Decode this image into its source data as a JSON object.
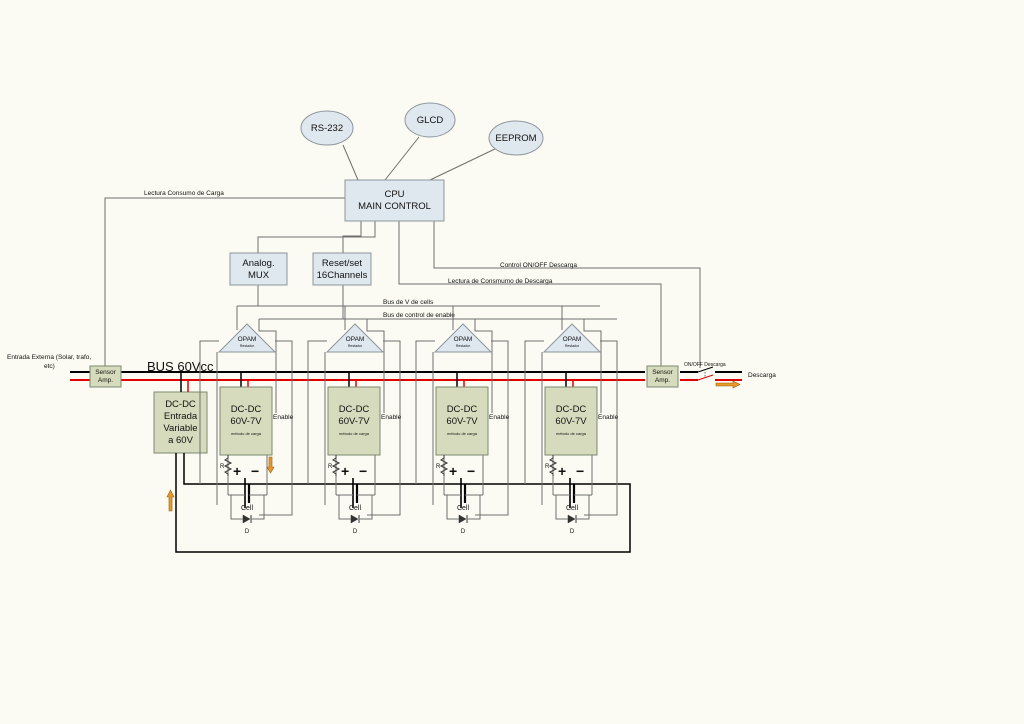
{
  "nodes": {
    "rs232": "RS-232",
    "glcd": "GLCD",
    "eeprom": "EEPROM",
    "cpu_line1": "CPU",
    "cpu_line2": "MAIN CONTROL",
    "mux_line1": "Analog.",
    "mux_line2": "MUX",
    "reset_line1": "Reset/set",
    "reset_line2": "16Channels",
    "sensor_line1": "Sensor",
    "sensor_line2": "Amp.",
    "dcin_line1": "DC-DC",
    "dcin_line2": "Entrada",
    "dcin_line3": "Variable",
    "dcin_line4": "a 60V"
  },
  "labels": {
    "lectura_carga": "Lectura Consumo de Carga",
    "control_descarga": "Control ON/OFF Descarga",
    "lectura_descarga": "Lectura de Consmumo de Descarga",
    "bus_v_cells": "Bus de V de cells",
    "bus_enable": "Bus de control de enable",
    "entrada_line1": "Entrada Externa (Solar, trafo,",
    "entrada_line2": "etc)",
    "bus_60": "BUS 60Vcc",
    "onoff_descarga": "ON/OFF Descarga",
    "descarga": "Descarga"
  },
  "channel": {
    "opamp": "OPAM",
    "opamp_sub": "Restador",
    "dc_line1": "DC-DC",
    "dc_line2": "60V-7V",
    "dc_line3": "método de carga",
    "enable": "Enable",
    "r": "R",
    "plus": "+",
    "minus": "−",
    "cell": "Cell",
    "diode": "D"
  },
  "colors": {
    "bus_positive": "#e00000",
    "bus_negative": "#000000",
    "box_blue": "#dfe8ef",
    "box_green": "#d7dbbd",
    "arrow": "#e59a2a"
  }
}
